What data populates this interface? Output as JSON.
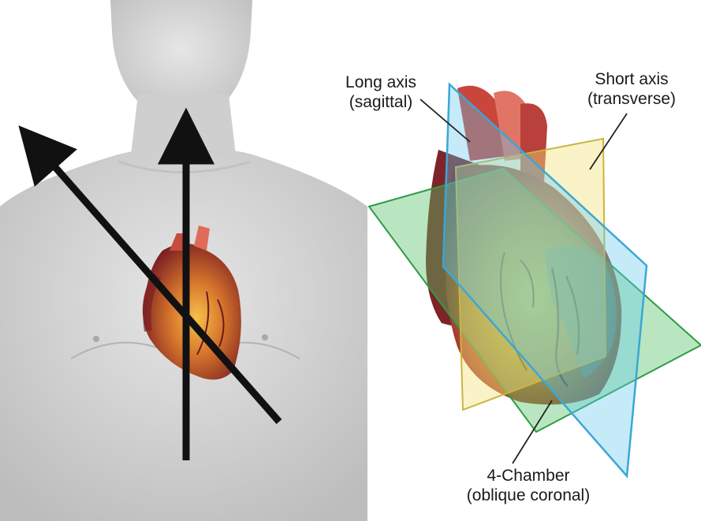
{
  "labels": {
    "long_axis": {
      "line1": "Long axis",
      "line2": "(sagittal)"
    },
    "short_axis": {
      "line1": "Short axis",
      "line2": "(transverse)"
    },
    "four_chamber": {
      "line1": "4-Chamber",
      "line2": "(oblique coronal)"
    }
  },
  "colors": {
    "long_axis_plane": "#5ec8ee",
    "short_axis_plane": "#f2e37a",
    "four_chamber_plane": "#59c46a",
    "arrow": "#111111",
    "torso": "#d6d6d6",
    "heart": "#b8302a"
  }
}
